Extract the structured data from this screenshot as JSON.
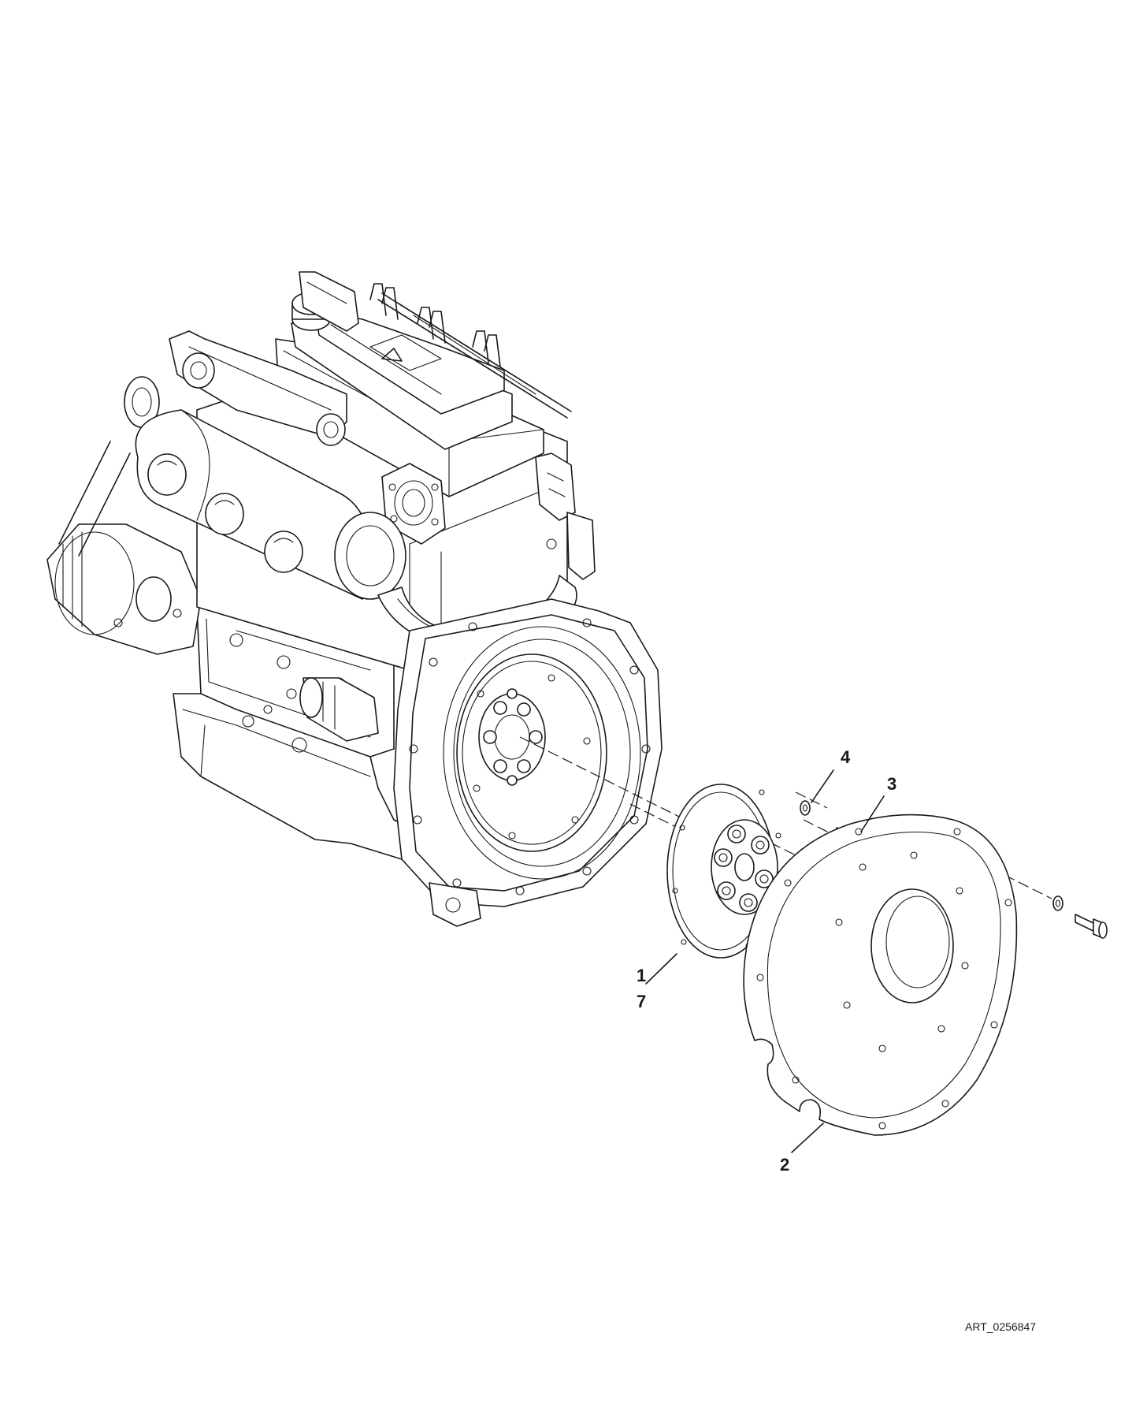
{
  "diagram": {
    "callouts": [
      {
        "id": "4",
        "label": "4"
      },
      {
        "id": "3",
        "label": "3"
      },
      {
        "id": "1",
        "label": "1"
      },
      {
        "id": "7",
        "label": "7"
      },
      {
        "id": "2",
        "label": "2"
      }
    ],
    "art_id": "ART_0256847"
  }
}
